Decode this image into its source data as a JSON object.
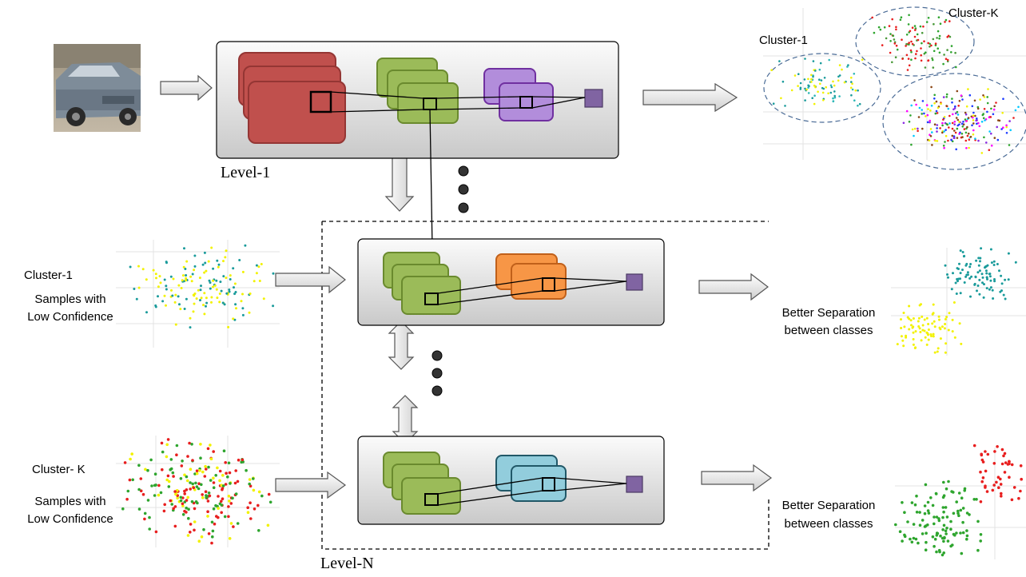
{
  "labels": {
    "level_1": "Level-1",
    "level_n": "Level-N",
    "cluster_1_top": "Cluster-1",
    "cluster_k_top": "Cluster-K",
    "cluster_1_mid": "Cluster-1",
    "samples_low_conf_1_line1": "Samples with",
    "samples_low_conf_1_line2": "Low Confidence",
    "cluster_k_bottom": "Cluster- K",
    "samples_low_conf_k_line1": "Samples with",
    "samples_low_conf_k_line2": "Low Confidence",
    "better_sep_1_line1": "Better Separation",
    "better_sep_1_line2": "between classes",
    "better_sep_2_line1": "Better Separation",
    "better_sep_2_line2": "between classes"
  },
  "colors": {
    "conv1": "#c0504d",
    "conv2": "#9bbb59",
    "conv3_level1": "#b28ddb",
    "conv3_cluster1": "#f79646",
    "conv3_clusterk": "#92cddc",
    "output": "#8064a2",
    "panel": "#e2e2e2",
    "arrow_fill": "#e8e8e8",
    "teal_points": "#1a9b9b",
    "yellow_points": "#f2f200",
    "red_points": "#e81e1e",
    "green_points": "#2ea52e"
  }
}
